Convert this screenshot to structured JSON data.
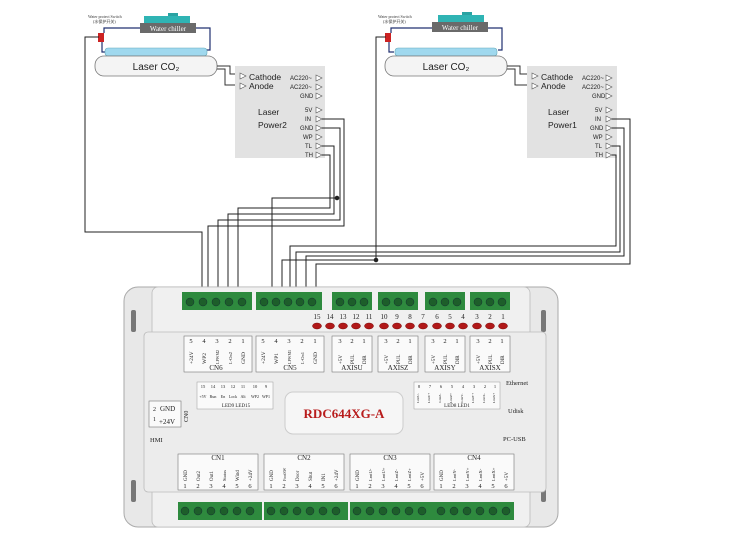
{
  "left_unit": {
    "water_switch": "Water protect Switch",
    "water_switch_cn": "(水保护开关)",
    "chiller": "Water chiller",
    "tube": "Laser CO₂",
    "cathode": "Cathode",
    "anode": "Anode",
    "ac_terminals": [
      "AC220~",
      "AC220~",
      "GND"
    ],
    "power_name": [
      "Laser",
      "Power2"
    ],
    "signals": [
      "5V",
      "IN",
      "GND",
      "WP",
      "TL",
      "TH"
    ]
  },
  "right_unit": {
    "water_switch": "Water protect Switch",
    "water_switch_cn": "(水保护开关)",
    "chiller": "Water chiller",
    "tube": "Laser CO₂",
    "cathode": "Cathode",
    "anode": "Anode",
    "ac_terminals": [
      "AC220~",
      "AC220~",
      "GND"
    ],
    "power_name": [
      "Laser",
      "Power1"
    ],
    "signals": [
      "5V",
      "IN",
      "GND",
      "WP",
      "TL",
      "TH"
    ]
  },
  "controller": {
    "model": "RDC644XG-A",
    "led_numbers": [
      "15",
      "14",
      "13",
      "12",
      "11",
      "10",
      "9",
      "8",
      "7",
      "6",
      "5",
      "4",
      "3",
      "2",
      "1"
    ],
    "cn6": {
      "label": "CN6",
      "pins": [
        "5",
        "4",
        "3",
        "2",
        "1"
      ],
      "signals": [
        "+24V",
        "WP2",
        "LPWM2",
        "L-On2",
        "GND"
      ]
    },
    "cn5": {
      "label": "CN5",
      "pins": [
        "5",
        "4",
        "3",
        "2",
        "1"
      ],
      "signals": [
        "+24V",
        "WP1",
        "LPWM1",
        "L-On1",
        "GND"
      ]
    },
    "axisu": {
      "label": "AXISU",
      "pins": [
        "3",
        "2",
        "1"
      ],
      "signals": [
        "+5V",
        "PUL",
        "DIR"
      ]
    },
    "axisz": {
      "label": "AXISZ",
      "pins": [
        "3",
        "2",
        "1"
      ],
      "signals": [
        "+5V",
        "PUL",
        "DIR"
      ]
    },
    "axisy": {
      "label": "AXISY",
      "pins": [
        "3",
        "2",
        "1"
      ],
      "signals": [
        "+5V",
        "PUL",
        "DIR"
      ]
    },
    "axisx": {
      "label": "AXISX",
      "pins": [
        "3",
        "2",
        "1"
      ],
      "signals": [
        "+5V",
        "PUL",
        "DIR"
      ]
    },
    "ethernet": "Ethernet",
    "udisk": "Udisk",
    "pc_usb": "PC-USB",
    "hmi": "HMI",
    "power_gnd": "GND",
    "power_24v": "+24V",
    "power_pins": [
      "2",
      "1"
    ],
    "cn0": "CN0",
    "led_left_nums": [
      "15",
      "14",
      "13",
      "12",
      "11",
      "10",
      "9"
    ],
    "led_left_sigs": [
      "+5V",
      "Run",
      "En",
      "Lock",
      "Alt",
      "WP2",
      "WP1"
    ],
    "led_left_label": "LED9 LED15",
    "led_right_nums": [
      "8",
      "7",
      "6",
      "5",
      "4",
      "3",
      "2",
      "1"
    ],
    "led_right_sigs": [
      "LmtU-",
      "LmtU+",
      "LmtZ-",
      "LmtZ+",
      "LmtY-",
      "LmtY+",
      "LmtX-",
      "LmtX+"
    ],
    "led_right_label": "LED8 LED1",
    "cn1": {
      "label": "CN1",
      "pins": [
        "1",
        "2",
        "3",
        "4",
        "5",
        "6"
      ],
      "signals": [
        "GND",
        "Out2",
        "Out1",
        "Status",
        "Wind",
        "+24V"
      ]
    },
    "cn2": {
      "label": "CN2",
      "pins": [
        "1",
        "2",
        "3",
        "4",
        "5",
        "6"
      ],
      "signals": [
        "GND",
        "FootSW",
        "Door",
        "Shut",
        "IN1",
        "+24V"
      ]
    },
    "cn3": {
      "label": "CN3",
      "pins": [
        "1",
        "2",
        "3",
        "4",
        "5",
        "6"
      ],
      "signals": [
        "GND",
        "LmtU-",
        "LmtU+",
        "LmtZ-",
        "LmtZ+",
        "+5V"
      ]
    },
    "cn4": {
      "label": "CN4",
      "pins": [
        "1",
        "2",
        "3",
        "4",
        "5",
        "6"
      ],
      "signals": [
        "GND",
        "LmtY-",
        "LmtY+",
        "LmtX-",
        "LmtX+",
        "+5V"
      ]
    }
  }
}
